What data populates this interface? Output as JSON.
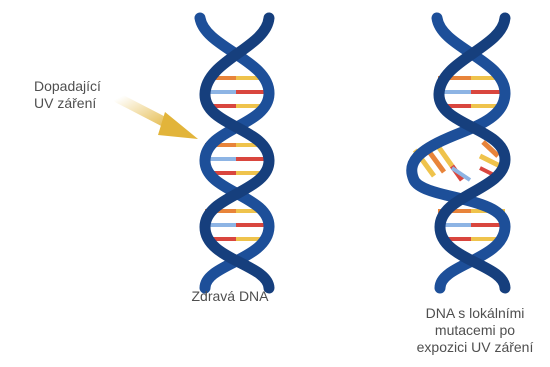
{
  "incoming_uv_label": "Dopadající\nUV záření",
  "healthy_dna_caption": "Zdravá DNA",
  "mutated_dna_caption": "DNA s lokálními\nmutacemi po\nexpozici UV záření",
  "colors": {
    "backbone": "#1d4f99",
    "backbone_dark": "#163f7d",
    "base_orange": "#e8843a",
    "base_yellow": "#efc34c",
    "base_red": "#d9463e",
    "base_blue": "#8db4e4",
    "uv_arrow": "#e2b43a",
    "text": "#4f4f4f"
  }
}
